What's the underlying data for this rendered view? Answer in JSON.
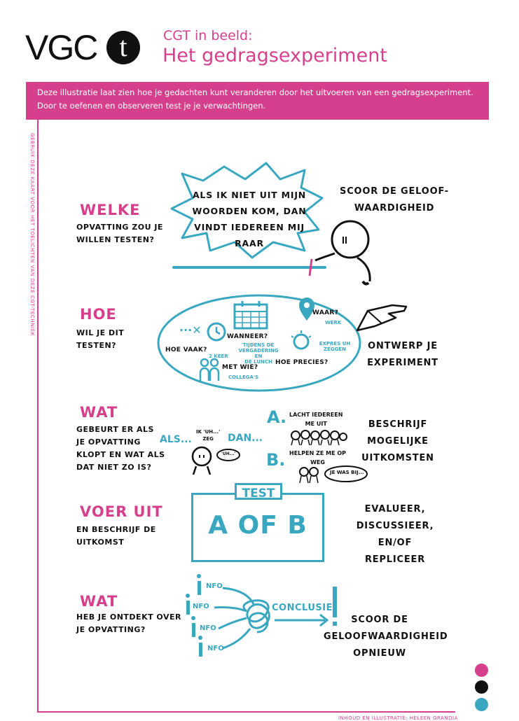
{
  "header": {
    "logo_text": "VGCt",
    "subtitle": "CGT in beeld:",
    "title": "Het gedragsexperiment"
  },
  "banner": {
    "line1": "Deze illustratie laat zien hoe je gedachten kunt veranderen door het uitvoeren van een gedragsexperiment.",
    "line2": "Door te oefenen en observeren test je je verwachtingen."
  },
  "sidebar_text": "GEBRUIK DEZE KAART VOOR HET TOELICHTEN VAN DEZE CGT-TECHNIEK",
  "footer_credit": "INHOUD EN ILLUSTRATIE: HELEEN GRANDIA",
  "colors": {
    "pink": "#d63f8c",
    "teal": "#3aa7c0",
    "black": "#111111"
  },
  "steps": [
    {
      "heading": "WELKE",
      "question": [
        "OPVATTING ZOU JE",
        "WILLEN TESTEN?"
      ],
      "bubble": [
        "ALS IK NIET UIT MIJN",
        "WOORDEN KOM, DAN",
        "VINDT IEDEREEN MIJ",
        "RAAR"
      ],
      "action": [
        "SCOOR DE GELOOF-",
        "WAARDIGHEID"
      ]
    },
    {
      "heading": "HOE",
      "question": [
        "WIL JE DIT",
        "TESTEN?"
      ],
      "labels": {
        "hoe_vaak": "HOE VAAK?",
        "keer": "2 KEER",
        "wanneer": "WANNEER?",
        "wanneer_detail": [
          "TIJDENS DE",
          "VERGADERING EN",
          "DE LUNCH"
        ],
        "waar": "WAAR?",
        "waar_detail": "WERK",
        "met_wie": "MET WIE?",
        "met_wie_detail": "COLLEGA'S",
        "hoe_precies": "HOE PRECIES?",
        "precies_detail": [
          "EXPRES UH",
          "ZEGGEN"
        ]
      },
      "action": [
        "ONTWERP JE",
        "EXPERIMENT"
      ]
    },
    {
      "heading": "WAT",
      "question": [
        "GEBEURT ER ALS",
        "JE OPVATTING",
        "KLOPT EN WAT ALS",
        "DAT NIET ZO IS?"
      ],
      "als": "ALS...",
      "dan": "DAN...",
      "speech": [
        "IK 'UH...'",
        "ZEG"
      ],
      "speech_bubble": "'UH...'",
      "option_a_letter": "A.",
      "option_a_text": [
        "LACHT IEDEREEN",
        "ME UIT"
      ],
      "option_b_letter": "B.",
      "option_b_text": [
        "HELPEN ZE ME OP",
        "WEG"
      ],
      "option_b_bubble": "JE WAS BIJ...",
      "action": [
        "BESCHRIJF",
        "MOGELIJKE",
        "UITKOMSTEN"
      ]
    },
    {
      "heading": "VOER UIT",
      "question": [
        "EN BESCHRIJF DE",
        "UITKOMST"
      ],
      "test_label": "TEST",
      "test_text": "A OF B",
      "action": [
        "EVALUEER,",
        "DISCUSSIEER,",
        "EN/OF",
        "REPLICEER"
      ]
    },
    {
      "heading": "WAT",
      "question": [
        "HEB JE ONTDEKT OVER",
        "JE OPVATTING?"
      ],
      "info": [
        "NFO",
        "NFO",
        "NFO",
        "NFO"
      ],
      "conclusion": "CONCLUSIE",
      "action": [
        "SCOOR DE",
        "GELOOFWAARDIGHEID",
        "OPNIEUW"
      ]
    }
  ]
}
